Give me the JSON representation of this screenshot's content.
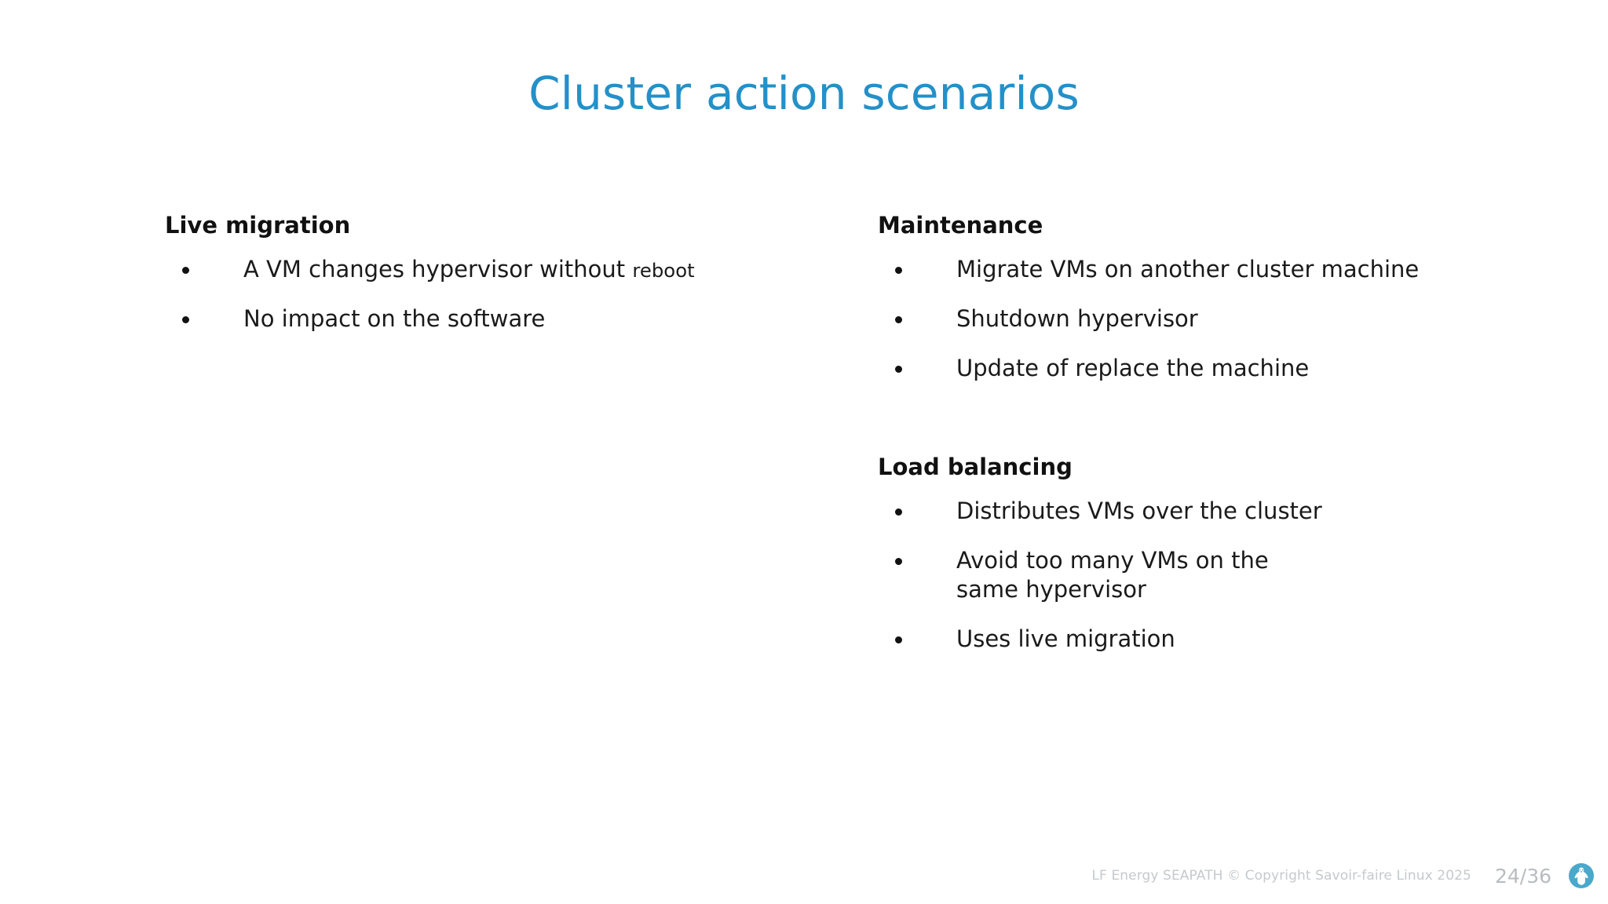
{
  "slide": {
    "title": "Cluster action scenarios",
    "title_color": "#2490c8",
    "background_color": "#ffffff"
  },
  "left_column": {
    "sections": [
      {
        "heading": "Live migration",
        "bullets": [
          {
            "text": "A VM changes hypervisor without ",
            "small_suffix": "reboot"
          },
          {
            "text": "No impact on the software",
            "small_suffix": ""
          }
        ]
      }
    ]
  },
  "right_column": {
    "sections": [
      {
        "heading": "Maintenance",
        "bullets": [
          {
            "text": "Migrate VMs on another cluster machine",
            "small_suffix": ""
          },
          {
            "text": "Shutdown hypervisor",
            "small_suffix": ""
          },
          {
            "text": "Update of replace the machine",
            "small_suffix": ""
          }
        ]
      },
      {
        "heading": "Load balancing",
        "bullets": [
          {
            "text": "Distributes VMs over the cluster",
            "small_suffix": ""
          },
          {
            "text": "Avoid too many VMs on the same hypervisor",
            "small_suffix": ""
          },
          {
            "text": "Uses live migration",
            "small_suffix": ""
          }
        ]
      }
    ]
  },
  "footer": {
    "credit": "LF Energy SEAPATH  © Copyright Savoir-faire Linux 2025",
    "page_number": "24/36",
    "logo_icon": "savoir-faire-linux-penguin-logo",
    "logo_color": "#4aa8cb",
    "text_color": "#c6c9cc"
  }
}
